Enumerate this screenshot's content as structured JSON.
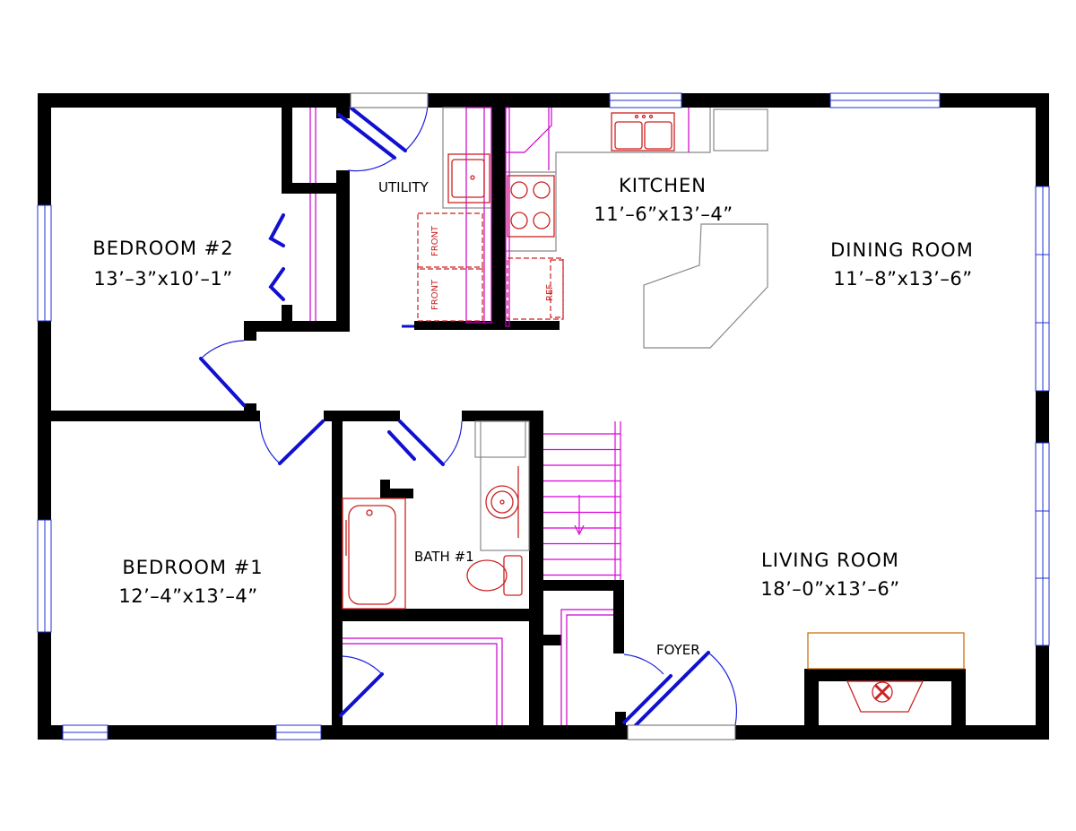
{
  "rooms": {
    "bedroom2": {
      "name": "BEDROOM  #2",
      "dims": "13’–3”x10’–1”"
    },
    "bedroom1": {
      "name": "BEDROOM  #1",
      "dims": "12’–4”x13’–4”"
    },
    "kitchen": {
      "name": "KITCHEN",
      "dims": "11’–6”x13’–4”"
    },
    "dining": {
      "name": "DINING  ROOM",
      "dims": "11’–8”x13’–6”"
    },
    "living": {
      "name": "LIVING  ROOM",
      "dims": "18’–0”x13’–6”"
    },
    "utility": {
      "name": "UTILITY"
    },
    "bath1": {
      "name": "BATH  #1"
    },
    "foyer": {
      "name": "FOYER"
    }
  },
  "fixtures": {
    "washer_label": "FRONT",
    "dryer_label": "FRONT",
    "fridge_label": "REF"
  },
  "colors": {
    "walls": "#000000",
    "doors": "#1010d0",
    "windows": "#2030d0",
    "fixtures": "#cc2222",
    "cabinets": "#cc00cc",
    "stairs": "#dd00dd"
  }
}
